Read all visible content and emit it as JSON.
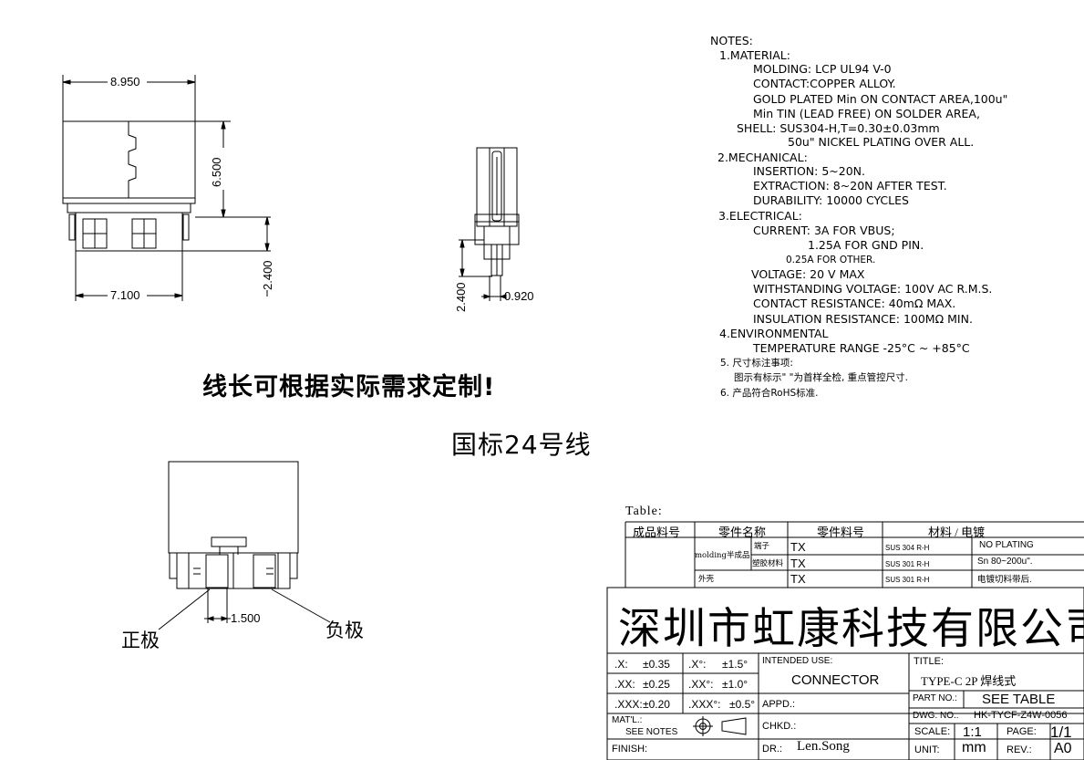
{
  "drawing": {
    "front_view": {
      "dim_width": "8.950",
      "dim_height": "6.500",
      "dim_pin_height": "2.400",
      "dim_pin_span": "7.100"
    },
    "side_view": {
      "dim_pin_height": "2.400",
      "dim_pin_thickness": "0.920"
    },
    "bottom_view": {
      "dim_pin_pitch": "1.500",
      "label_positive": "正极",
      "label_negative": "负极"
    },
    "custom_note": "线长可根据实际需求定制!",
    "wire_note": "国标24号线"
  },
  "notes": {
    "heading": "NOTES:",
    "lines": [
      "1.MATERIAL:",
      "MOLDING: LCP UL94 V-0",
      "CONTACT:COPPER ALLOY.",
      "GOLD PLATED Min ON CONTACT AREA,100u\"",
      "Min TIN (LEAD FREE) ON SOLDER AREA,",
      "SHELL: SUS304-H,T=0.30±0.03mm",
      "50u\" NICKEL PLATING OVER ALL.",
      "2.MECHANICAL:",
      "INSERTION: 5~20N.",
      "EXTRACTION: 8~20N AFTER TEST.",
      "DURABILITY: 10000 CYCLES",
      "3.ELECTRICAL:",
      "CURRENT: 3A FOR VBUS;",
      "1.25A FOR GND PIN.",
      "0.25A FOR OTHER.",
      "VOLTAGE: 20 V MAX",
      "WITHSTANDING VOLTAGE: 100V AC R.M.S.",
      "CONTACT RESISTANCE: 40mΩ MAX.",
      "INSULATION RESISTANCE: 100MΩ MIN.",
      "4.ENVIRONMENTAL",
      "TEMPERATURE RANGE -25°C ~ +85°C",
      "5. 尺寸标注事项:",
      "图示有标示\" \"为首样全检, 重点管控尺寸.",
      "6. 产品符合RoHS标准."
    ]
  },
  "bom": {
    "caption": "Table:",
    "headers": [
      "成品料号",
      "零件名称",
      "零件料号",
      "材料 / 电镀"
    ],
    "group_label": "molding半成品",
    "rows": [
      {
        "name": "端子",
        "part": "TX",
        "material": "SUS 304 R-H",
        "plating": "NO PLATING"
      },
      {
        "name": "塑胶材料",
        "part": "TX",
        "material": "SUS 301 R-H",
        "plating": "Sn 80~200u\"."
      },
      {
        "name": "外壳",
        "part": "TX",
        "material": "SUS 301 R-H",
        "plating": "电镀切料带后."
      }
    ]
  },
  "title_block": {
    "company": "深圳市虹康科技有限公司",
    "tolerances": [
      {
        "label": ".X:",
        "value": "±0.35",
        "ang_label": ".X°:",
        "ang_value": "±1.5°"
      },
      {
        "label": ".XX:",
        "value": "±0.25",
        "ang_label": ".XX°:",
        "ang_value": "±1.0°"
      },
      {
        "label": ".XXX:",
        "value": "±0.20",
        "ang_label": ".XXX°:",
        "ang_value": "±0.5°"
      }
    ],
    "intended_use_label": "INTENDED USE:",
    "intended_use": "CONNECTOR",
    "appd_label": "APPD.:",
    "chkd_label": "CHKD.:",
    "dr_label": "DR.:",
    "drawer": "Len.Song",
    "mat_label": "MAT'L.:",
    "mat_value": "SEE NOTES",
    "finish_label": "FINISH:",
    "title_label": "TITLE:",
    "title": "TYPE-C 2P 焊线式",
    "part_no_label": "PART NO.:",
    "part_no": "SEE TABLE",
    "dwg_no_label": "DWG. NO.:",
    "dwg_no": "HK-TYCF-Z4W-0056",
    "scale_label": "SCALE:",
    "scale": "1:1",
    "page_label": "PAGE:",
    "page": "1/1",
    "unit_label": "UNIT:",
    "unit": "mm",
    "rev_label": "REV.:",
    "rev": "A0"
  }
}
